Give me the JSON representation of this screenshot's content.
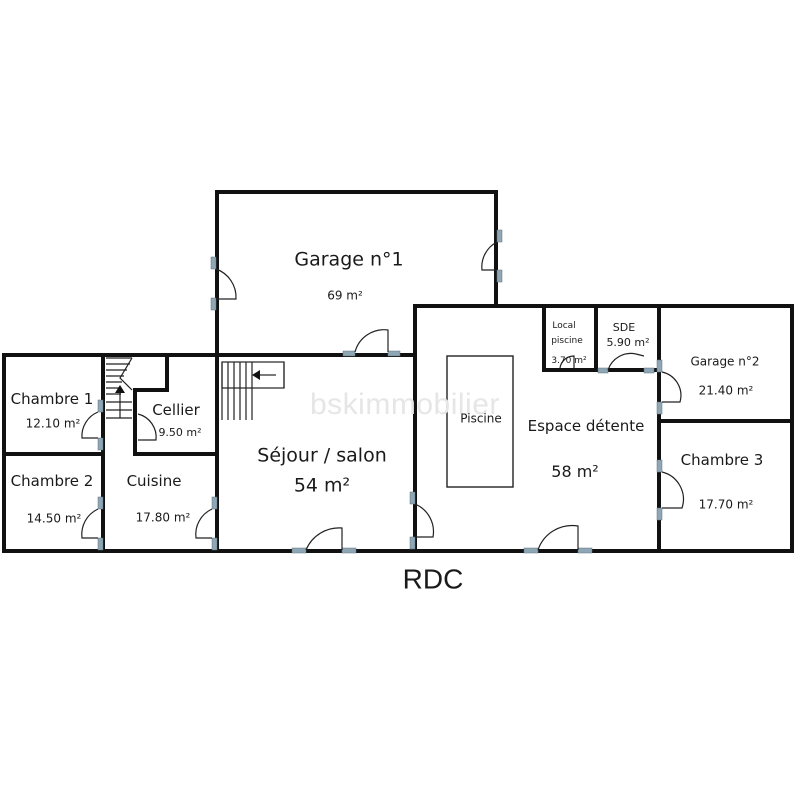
{
  "level": "RDC",
  "watermark": "bskimmobilier",
  "rooms": {
    "garage1": {
      "name": "Garage n°1",
      "area": "69 m²"
    },
    "chambre1": {
      "name": "Chambre 1",
      "area": "12.10 m²"
    },
    "chambre2": {
      "name": "Chambre 2",
      "area": "14.50 m²"
    },
    "cellier": {
      "name": "Cellier",
      "area": "9.50 m²"
    },
    "cuisine": {
      "name": "Cuisine",
      "area": "17.80 m²"
    },
    "sejour": {
      "name": "Séjour / salon",
      "area": "54 m²"
    },
    "local_piscine": {
      "name_line1": "Local",
      "name_line2": "piscine",
      "area": "3.70 m²"
    },
    "sde": {
      "name": "SDE",
      "area": "5.90 m²"
    },
    "espace_detente": {
      "name": "Espace détente",
      "area": "58 m²"
    },
    "piscine": {
      "name": "Piscine"
    },
    "garage2": {
      "name": "Garage n°2",
      "area": "21.40 m²"
    },
    "chambre3": {
      "name": "Chambre 3",
      "area": "17.70 m²"
    }
  },
  "colors": {
    "wall": "#111111",
    "jamb": "#8fa6b4"
  }
}
